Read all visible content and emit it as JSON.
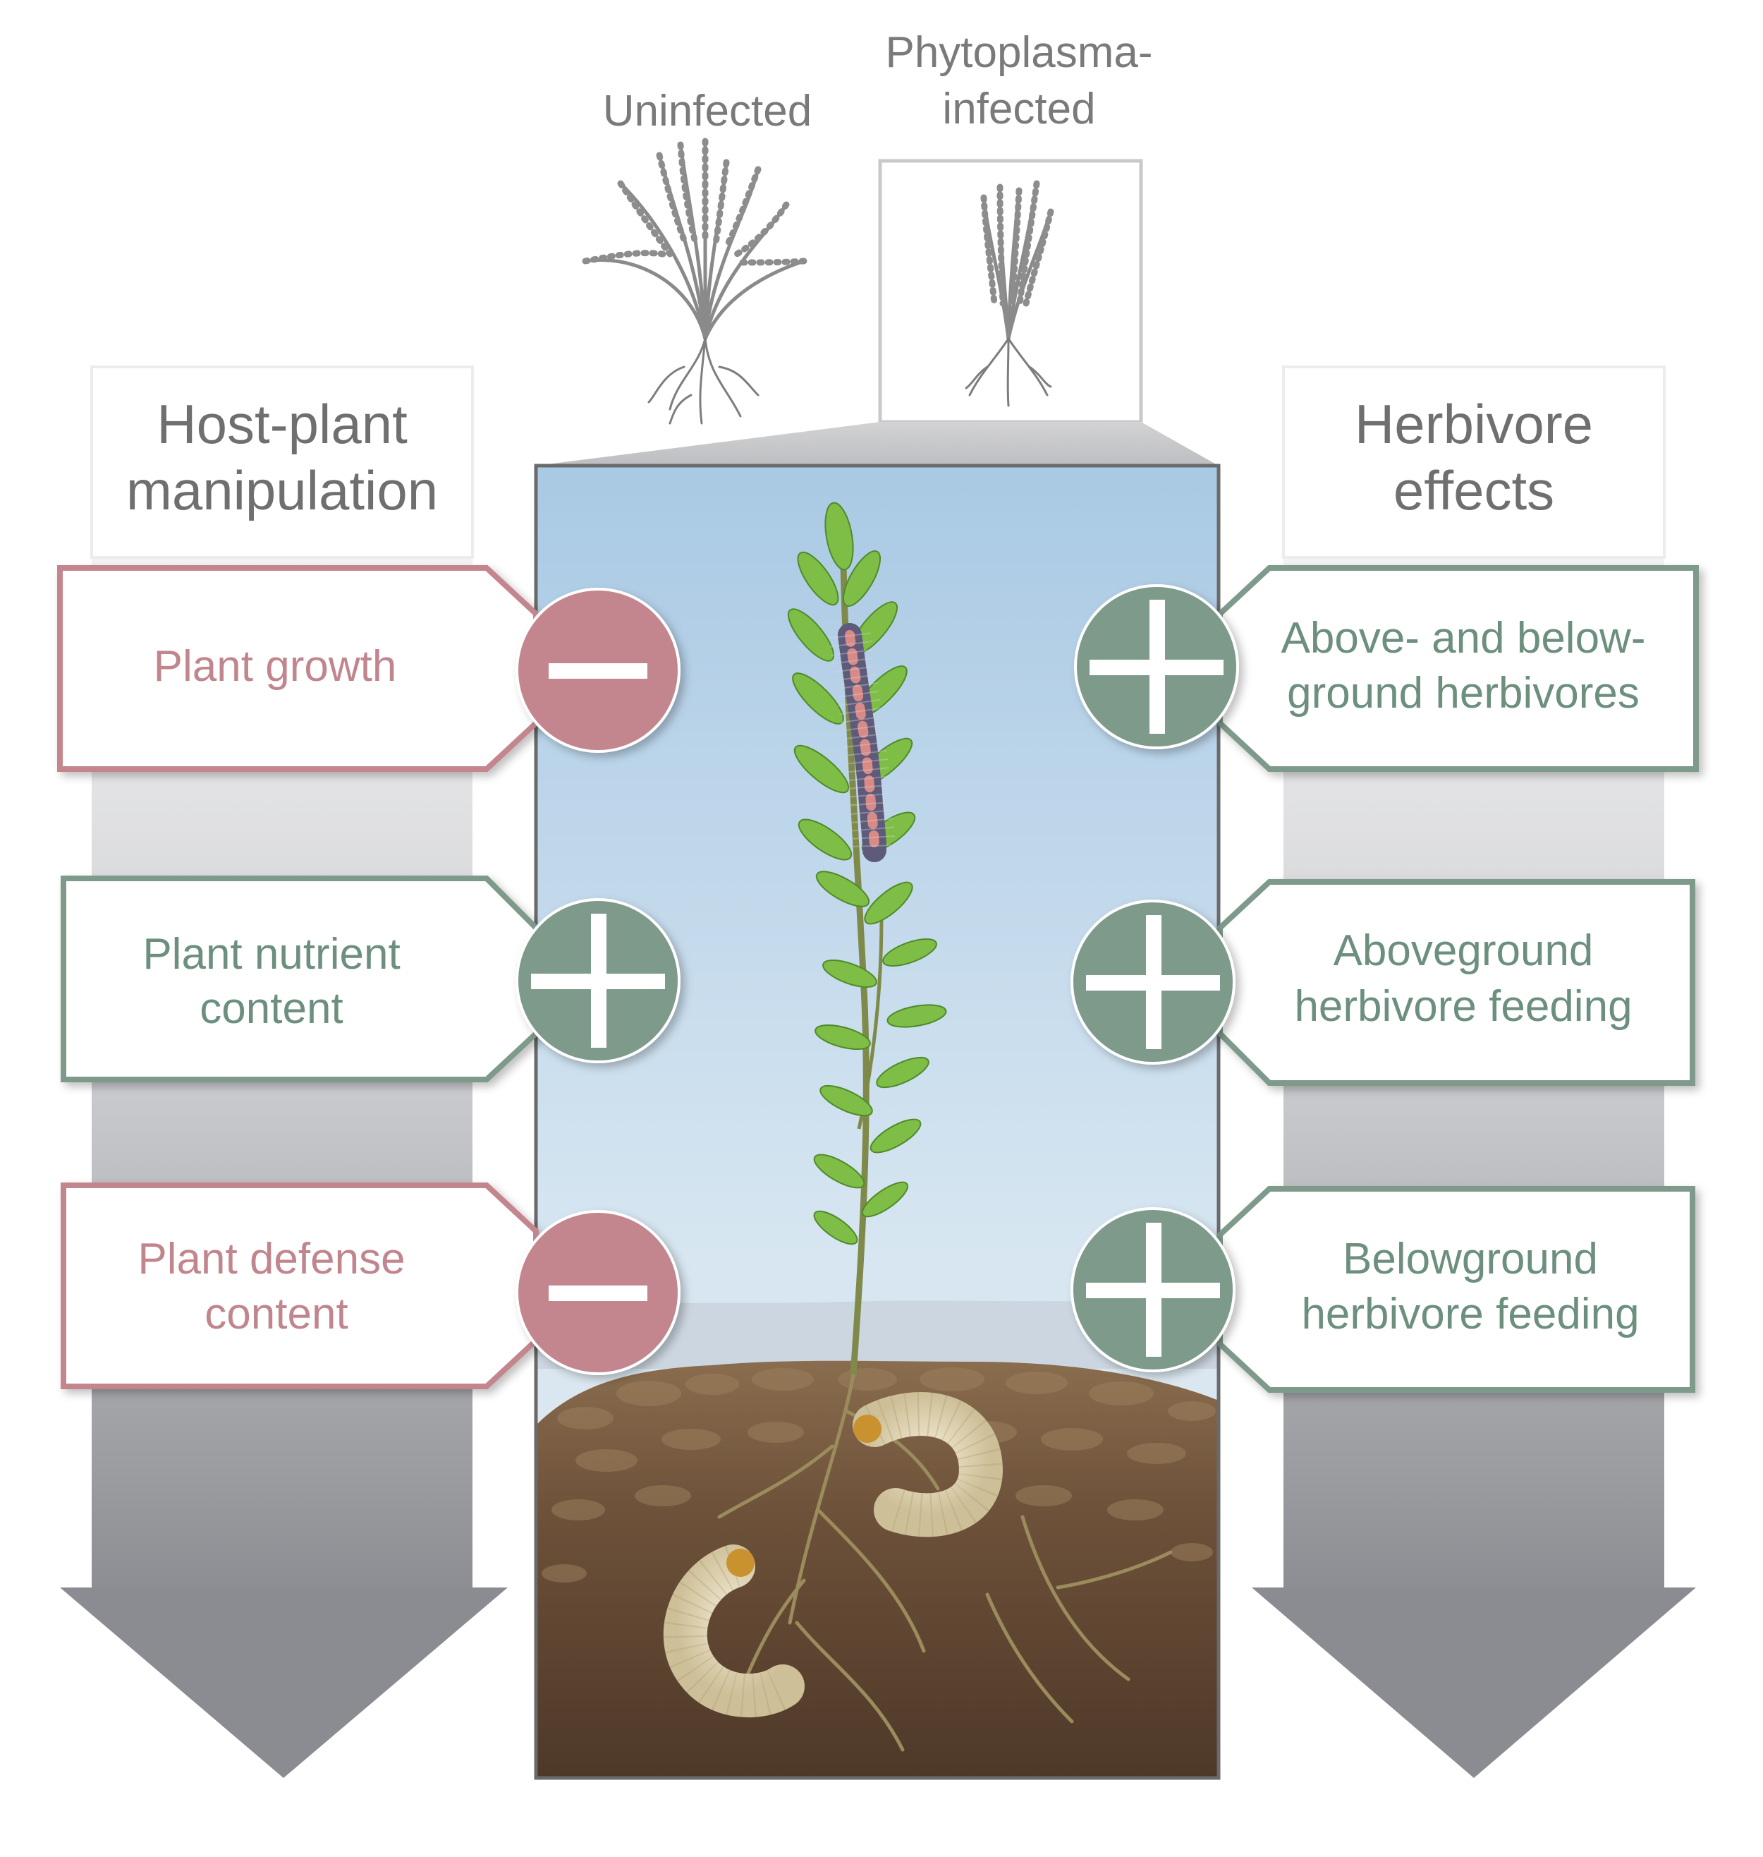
{
  "header": {
    "uninfected_label": "Uninfected",
    "infected_label_line1": "Phytoplasma-",
    "infected_label_line2": "infected"
  },
  "left_column": {
    "title_line1": "Host-plant",
    "title_line2": "manipulation",
    "items": [
      {
        "line1": "Plant growth",
        "line2": "",
        "sign": "minus",
        "color": "#c4868e"
      },
      {
        "line1": "Plant nutrient",
        "line2": "content",
        "sign": "plus",
        "color": "#7e9a8b"
      },
      {
        "line1": "Plant defense",
        "line2": "content",
        "sign": "minus",
        "color": "#c4868e"
      }
    ]
  },
  "right_column": {
    "title_line1": "Herbivore",
    "title_line2": "effects",
    "items": [
      {
        "line1": "Above- and below-",
        "line2": "ground herbivores",
        "sign": "plus",
        "color": "#7e9a8b"
      },
      {
        "line1": "Aboveground",
        "line2": "herbivore feeding",
        "sign": "plus",
        "color": "#7e9a8b"
      },
      {
        "line1": "Belowground",
        "line2": "herbivore feeding",
        "sign": "plus",
        "color": "#7e9a8b"
      }
    ]
  },
  "colors": {
    "pink": "#c4868e",
    "green": "#7e9a8b",
    "arrow_gray": "#9a9ba0",
    "sky_top": "#aecde6",
    "soil": "#6b4e35"
  },
  "icons": [
    "uninfected-plant-icon",
    "infected-plant-icon",
    "minus-icon",
    "plus-icon",
    "caterpillar-icon",
    "grub-icon"
  ]
}
